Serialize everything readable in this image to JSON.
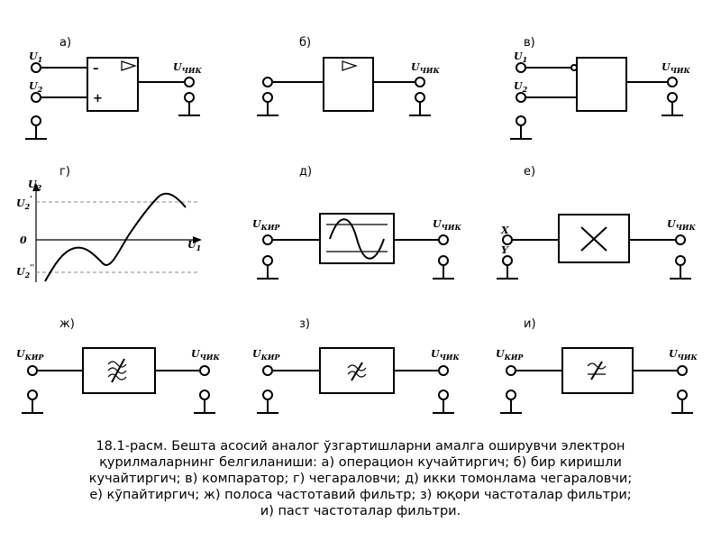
{
  "panels": {
    "a": {
      "letter": "а)",
      "in1": "U",
      "in1_sub": "1",
      "in2": "U",
      "in2_sub": "2",
      "out": "U",
      "out_sub": "ЧИК",
      "minus": "–",
      "plus": "+"
    },
    "b": {
      "letter": "б)",
      "out": "U",
      "out_sub": "ЧИК"
    },
    "v": {
      "letter": "в)",
      "in1": "U",
      "in1_sub": "1",
      "in2": "U",
      "in2_sub": "2",
      "out": "U",
      "out_sub": "ЧИК"
    },
    "g": {
      "letter": "г)",
      "y_axis": "U",
      "y_axis_sub": "2",
      "upper": "U",
      "upper_sub": "2",
      "upper_sup": "'",
      "zero": "0",
      "x_axis": "U",
      "x_axis_sub": "1",
      "lower": "U",
      "lower_sub": "2",
      "lower_sup": "''"
    },
    "d": {
      "letter": "д)",
      "in": "U",
      "in_sub": "КИР",
      "out": "U",
      "out_sub": "ЧИК"
    },
    "e": {
      "letter": "е)",
      "in1": "X",
      "in2": "Y",
      "out": "U",
      "out_sub": "ЧИК"
    },
    "zh": {
      "letter": "ж)",
      "in": "U",
      "in_sub": "КИР",
      "out": "U",
      "out_sub": "ЧИК"
    },
    "z": {
      "letter": "з)",
      "in": "U",
      "in_sub": "КИР",
      "out": "U",
      "out_sub": "ЧИК"
    },
    "i": {
      "letter": "и)",
      "in": "U",
      "in_sub": "КИР",
      "out": "U",
      "out_sub": "ЧИК"
    }
  },
  "caption": {
    "line1": "18.1-расм. Бешта асосий аналог ўзгартишларни амалга оширувчи электрон",
    "line2": "қурилмаларнинг белгиланиши: а) операцион кучайтиргич; б) бир киришли",
    "line3": "кучайтиргич; в) компаратор;  г) чегараловчи; д) икки томонлама чегараловчи;",
    "line4": "е) кўпайтиргич; ж) полоса частотавий фильтр; з) юқори частоталар фильтри;",
    "line5": "и) паст частоталар фильтри."
  }
}
